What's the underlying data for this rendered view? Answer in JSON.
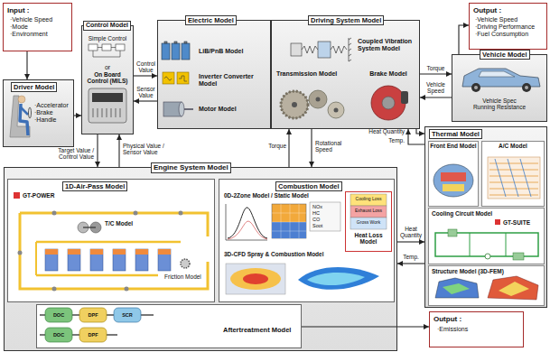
{
  "diagram": {
    "nodes": [
      {
        "text": [
          "Input :",
          "·Vehicle Speed ·Mode ·Environment"
        ]
      },
      {
        "text": [
          "Control Model",
          "Simple Control",
          "or",
          "On Board Control (MILS)"
        ]
      },
      {
        "text": [
          "Electric Model"
        ]
      },
      {
        "text": [
          "LiB/PnB Model"
        ],
        "in": 2
      },
      {
        "text": [
          "Inverter Converter Model"
        ],
        "in": 2
      },
      {
        "text": [
          "Motor Model"
        ],
        "in": 2
      },
      {
        "text": [
          "Driving System Model"
        ]
      },
      {
        "text": [
          "Coupled Vibration System Model"
        ],
        "in": 6
      },
      {
        "text": [
          "Transmission Model"
        ],
        "in": 6
      },
      {
        "text": [
          "Brake Model"
        ],
        "in": 6
      },
      {
        "text": [
          "Vehicle Model",
          "Vehicle Spec Running Resistance"
        ]
      },
      {
        "text": [
          "Output :",
          "·Vehicle Speed ·Driving Performance ·Fuel Consumption"
        ]
      },
      {
        "text": [
          "Driver Model",
          "·Accelerator ·Brake ·Handle"
        ]
      },
      {
        "text": [
          "Thermal Model"
        ]
      },
      {
        "text": [
          "Front End Model"
        ],
        "in": 13
      },
      {
        "text": [
          "A/C Model"
        ],
        "in": 13
      },
      {
        "text": [
          "Cooling Circuit Model",
          "GT-SUITE"
        ],
        "in": 13
      },
      {
        "text": [
          "Structure Model (3D-FEM)"
        ],
        "in": 13
      },
      {
        "text": [
          "Engine System Model"
        ]
      },
      {
        "text": [
          "1D-Air-Pass Model",
          "GT-POWER"
        ],
        "in": 18
      },
      {
        "text": [
          "Combustion Model",
          "0D-2Zone Model / Static Model",
          "3D-CFD Spray & Combustion Model"
        ],
        "in": 18
      },
      {
        "text": [
          "Heat Loss Model"
        ],
        "in": 20
      },
      {
        "text": [
          "Aftertreatment Model"
        ],
        "in": 18
      },
      {
        "text": [
          "Output :",
          "·Emissions"
        ]
      }
    ],
    "edges": [
      {
        "from": 0,
        "to": 12,
        "arrow": "to"
      },
      {
        "from": 12,
        "to": 1,
        "arrow": "to"
      },
      {
        "from": 1,
        "to": 2,
        "label": "Control Value",
        "arrow": "to"
      },
      {
        "from": 2,
        "to": 1,
        "label": "Sensor Value",
        "arrow": "to"
      },
      {
        "from": 6,
        "to": 10,
        "label": "Torque",
        "arrow": "to"
      },
      {
        "from": 10,
        "to": 6,
        "label": "Vehicle Speed",
        "arrow": "to"
      },
      {
        "from": 10,
        "to": 11,
        "arrow": "to"
      },
      {
        "from": 6,
        "to": 13,
        "label": "Heat Quantity",
        "arrow": "to"
      },
      {
        "from": 13,
        "to": 6,
        "label": "Temp.",
        "arrow": "to"
      },
      {
        "from": 1,
        "to": 18,
        "label": "Target Value / Control Value",
        "arrow": "to"
      },
      {
        "from": 18,
        "to": 1,
        "label": "Physical Value / Sensor Value",
        "arrow": "to"
      },
      {
        "from": 18,
        "to": 6,
        "label": "Torque",
        "arrow": "to"
      },
      {
        "from": 6,
        "to": 18,
        "label": "Rotational Speed",
        "arrow": "to"
      },
      {
        "from": 18,
        "to": 13,
        "label": "Heat Quantity",
        "arrow": "to"
      },
      {
        "from": 13,
        "to": 18,
        "label": "Temp.",
        "arrow": "to"
      },
      {
        "from": 22,
        "to": 23,
        "arrow": "to"
      }
    ],
    "labels": [
      "T/C Model",
      "Friction Model",
      "NOx",
      "HC",
      "CO",
      "Soot",
      "Cooling Loss",
      "Exhaust Loss",
      "Gross Work",
      "DOC",
      "DPF",
      "SCR",
      "DOC",
      "DPF"
    ]
  }
}
